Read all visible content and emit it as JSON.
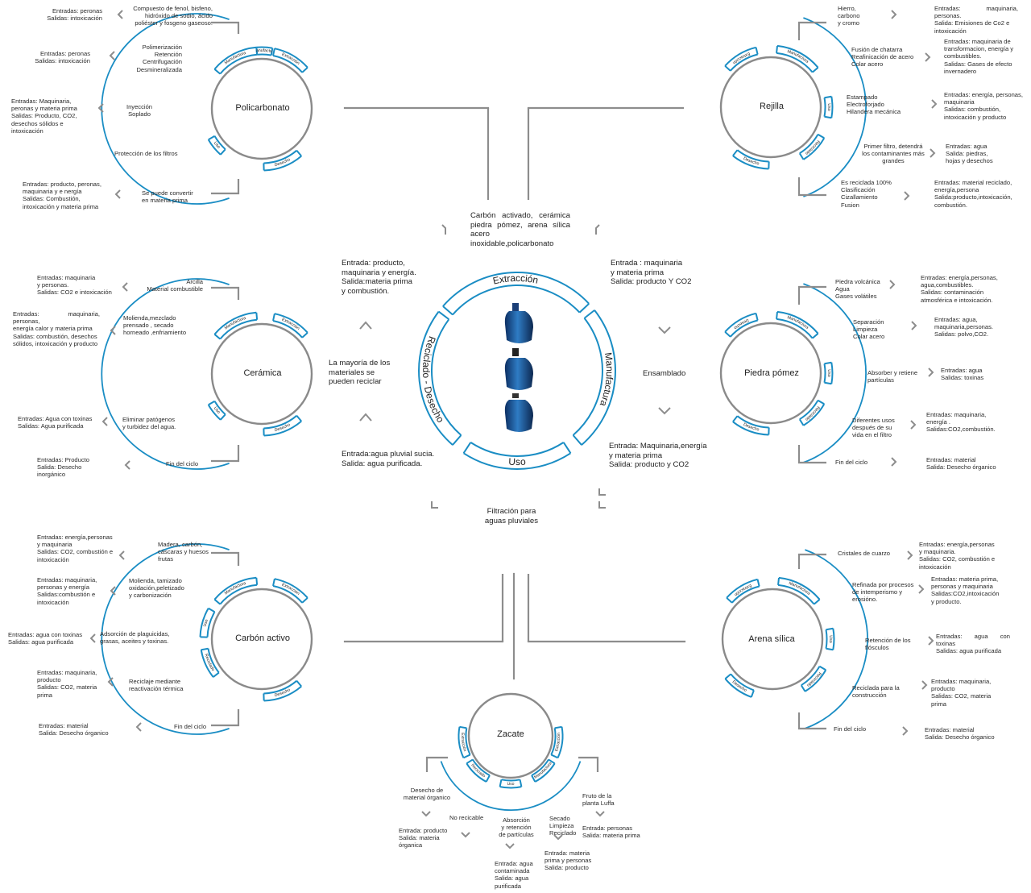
{
  "center": {
    "arc_labels": {
      "extraccion": "Extracción",
      "manufactura": "Manufactura",
      "uso": "Uso",
      "reciclado": "Reciclado - Desecho"
    },
    "top_text": "Carbón activado, cerámica piedra pómez, arena sílica acero inoxidable,policarbonato",
    "upper_left_text": "Entrada: producto,\nmaquinaria y energía.\nSalida:materia prima\ny combustión.",
    "upper_right_text": "Entrada : maquinaria\ny materia prima\nSalida: producto Y CO2",
    "right_text": "Ensamblado",
    "left_text": "La mayoría de los\nmateriales se\npueden reciclar",
    "lower_left_text": "Entrada:agua pluvial sucia.\nSalida: agua purificada.",
    "lower_right_text": "Entrada: Maquinaria,energía\ny materia prima\nSalida: producto y CO2",
    "bottom_text": "Filtración para\naguas pluviales"
  },
  "small_arc_labels": {
    "extraccion": "Extracción",
    "manufactura": "Manufactura",
    "uso": "Uso",
    "reciclado": "Reciclado",
    "desecho": "Desecho"
  },
  "policarbonato": {
    "title": "Policarbonato",
    "steps": [
      "Compuesto de fenol, bisfeno,\nhidróxido de sodio, ácido\npoliéster y fosgeno gaseoso.",
      "Polimerización\nRetención\nCentrifugación\nDesmineralizada",
      "Inyección\nSoplado",
      "Protección de los filtros",
      "Se puede convertir\nen materia prima"
    ],
    "io": [
      "Entradas: peronas\nSalidas: intoxicación",
      "Entradas: peronas\nSalidas: intoxicación",
      "Entradas: Maquinaria,\nperonas y materia prima\nSalidas: Producto, CO2,\ndesechos sólidos e\nintoxicación",
      "Entradas: producto, peronas,\nmaquinaria y e nergía\nSalidas: Combustión,\nintoxicación y materia prima"
    ]
  },
  "ceramica": {
    "title": "Cerámica",
    "steps": [
      "Arcilla\nMaterial combustible",
      "Molienda,mezclado\nprensado , secado\nhorneado ,enfriamiento",
      "Eliminar patógenos\ny turbidez del agua.",
      "Fin del ciclo"
    ],
    "io": [
      "Entradas: maquinaria\ny personas.\nSalidas: CO2 e intoxicación",
      "Entradas: maquinaria, personas,\nenergía calor y materia prima\nSalidas: combustión, desechos\nsólidos, intoxicación y producto",
      "Entradas: Agua con toxinas\nSalidas: Agua purificada",
      "Entradas: Producto\nSalida: Desecho\ninorgánico"
    ]
  },
  "carbon": {
    "title": "Carbón activo",
    "steps": [
      "Madera, carbón,\ncáscaras y huesos\nfrutas",
      "Molienda, tamizado\noxidación,peletizado\ny carbonización",
      "Adsorción de plaguicidas,\ngrasas, aceites y toxinas.",
      "Reciclaje mediante\nreactivación térmica",
      "Fin del ciclo"
    ],
    "io": [
      "Entradas: energía,personas\ny maquinaria\nSalidas: CO2, combustión e\nintoxicación",
      "Entradas: maquinaria,\npersonas y energía\nSalidas:combustión e\nintoxicación",
      "Entradas: agua con toxinas\nSalidas: agua purificada",
      "Entradas: maquinaria,\nproducto\nSalidas: CO2, materia\nprima",
      "Entradas: material\nSalida: Desecho órganico"
    ]
  },
  "rejilla": {
    "title": "Rejilla",
    "steps": [
      "Hierro,\ncarbono\ny cromo",
      "Fusión de chatarra\nReafinicación de acero\nColar acero",
      "Estampado\nElectroforjado\nHilandera mecánica",
      "Primer filtro, detendrá\nlos contaminantes más\ngrandes",
      "Es reciclada 100%\nClasificación\nCizallamiento\nFusion"
    ],
    "io": [
      "Entradas: maquinaria, personas.\nSalida: Emisiones de Co2 e\nintoxicación",
      "Entradas: maquinaria de\ntransformacion, energía y\ncombustibles.\nSalidas: Gases de efecto\ninvernadero",
      "Entradas: energía, personas,\nmaquinaria\nSalidas: combustión,\nintoxicación y producto",
      "Entradas: agua\nSalida: piedras,\nhojas y desechos",
      "Entradas: material reciclado,\nenergía,persona\nSalida:producto,intoxicación,\ncombustión."
    ]
  },
  "pomez": {
    "title": "Piedra pómez",
    "steps": [
      "Piedra volcánica\nAgua\nGases volátiles",
      "Separación\nLimpieza\nColar acero",
      "Absorber y retiene\npartículas",
      "Diferentes usos\ndespués de su\nvida en el filtro",
      "Fin del ciclo"
    ],
    "io": [
      "Entradas: energía,personas,\nagua,combustibles.\nSalidas: contaminación\natmosférica e intoxicación.",
      "Entradas: agua,\nmaquinaria,personas.\nSalidas: polvo,CO2.",
      "Entradas: agua\nSalidas: toxinas",
      "Entradas: maquinaria,\nenergía .\nSalidas:CO2,combustión.",
      "Entradas: material\nSalida: Desecho órganico"
    ]
  },
  "arena": {
    "title": "Arena sílica",
    "steps": [
      "Cristales de cuarzo",
      "Refinada por procesos\nde intemperismo y\nerosióno.",
      "Retención de los\nflósculos",
      "Reciclada para la\nconstrucción",
      "Fin del ciclo"
    ],
    "io": [
      "Entradas: energía,personas\ny maquinaria.\nSalidas: CO2, combustión e\nintoxicación",
      "Entradas: materia prima,\npersonas y maquinaria\nSalidas:CO2,intoxicación\ny producto.",
      "Entradas: agua con toxinas\nSalidas: agua purificada",
      "Entradas: maquinaria,\nproducto\nSalidas: CO2, materia\nprima",
      "Entradas: material\nSalida: Desecho órganico"
    ]
  },
  "zacate": {
    "title": "Zacate",
    "steps": [
      "Desecho de\nmaterial órganico",
      "No recicable",
      "Absorción\ny retención\nde partículas",
      "Secado\nLimpieza\nReciclado",
      "Fruto de la\nplanta Luffa"
    ],
    "io": [
      "Entrada: producto\nSalida: materia\nórganica",
      "Entrada: agua\ncontaminada\nSalida: agua\npurificada",
      "Entrada: materia\nprima y personas\nSalida: producto",
      "Entrada: personas\nSalida: materia prima"
    ]
  },
  "colors": {
    "accent": "#1a8dc4",
    "circle": "#8a8a8a",
    "lines": "#8d8d8d",
    "text": "#2a2a2a"
  }
}
